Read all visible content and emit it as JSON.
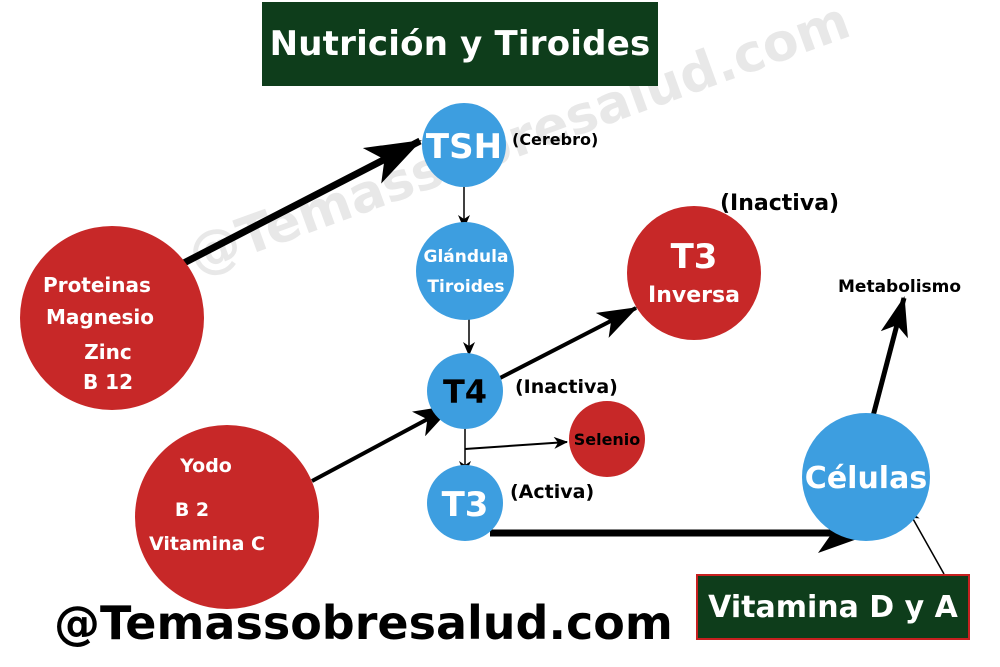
{
  "title": "Nutrición y Tiroides",
  "watermark": "@Temassobresalud.com",
  "footer": "@Temassobresalud.com",
  "nodes": {
    "tsh": {
      "label": "TSH",
      "note": "(Cerebro)"
    },
    "gland": {
      "line1": "Glándula",
      "line2": "Tiroides"
    },
    "t4": {
      "label": "T4",
      "note": "(Inactiva)"
    },
    "t3_active": {
      "label": "T3",
      "note": "(Activa)"
    },
    "t3_reverse": {
      "line1": "T3",
      "line2": "Inversa",
      "note": "(Inactiva)"
    },
    "selenio": {
      "label": "Selenio"
    },
    "celulas": {
      "label": "Células"
    },
    "metabolismo": {
      "label": "Metabolismo"
    },
    "nutrients1": {
      "items": [
        "Proteinas",
        "Magnesio",
        "Zinc",
        "B 12"
      ]
    },
    "nutrients2": {
      "items": [
        "Yodo",
        "B 2",
        "Vitamina C"
      ]
    },
    "vitamins": {
      "label": "Vitamina D y A"
    }
  },
  "colors": {
    "blue": "#3d9ee0",
    "red": "#c72828",
    "dark_green": "#0e3d1b",
    "arrow": "#000000"
  }
}
